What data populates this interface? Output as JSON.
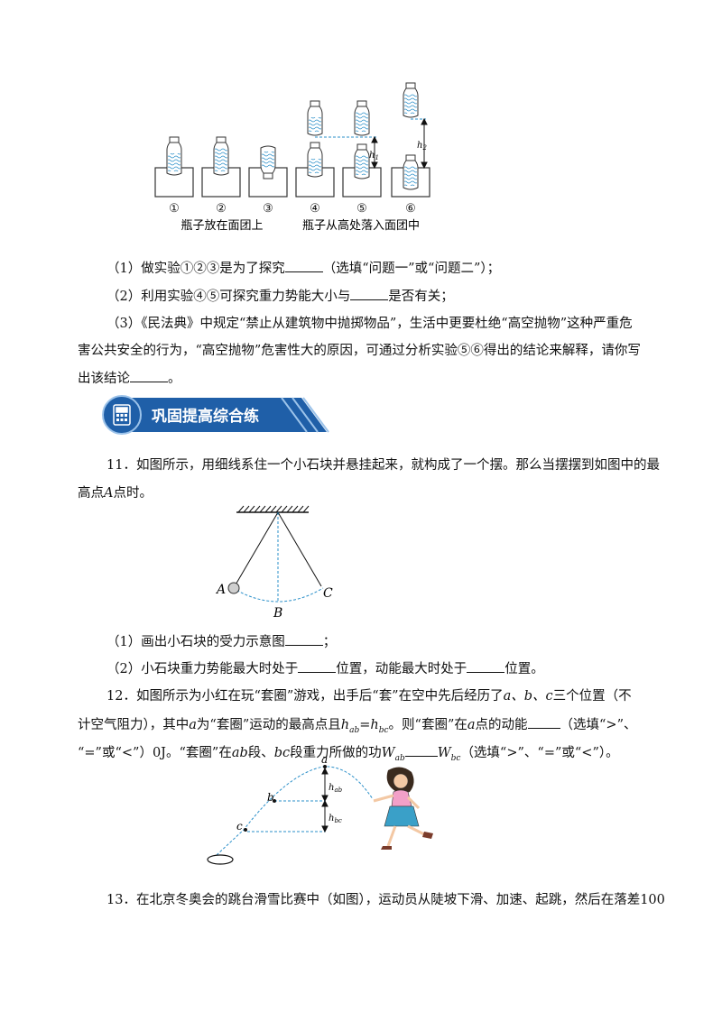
{
  "fig1": {
    "labels": [
      "①",
      "②",
      "③",
      "④",
      "⑤",
      "⑥"
    ],
    "caption_left": "瓶子放在面团上",
    "caption_right": "瓶子从高处落入面团中",
    "h1": "h",
    "h1_sub": "1",
    "h2": "h",
    "h2_sub": "2"
  },
  "q10": {
    "p1_a": "（1）做实验①②③是为了探究",
    "p1_b": "（选填“问题一”或“问题二”）；",
    "p2_a": "（2）利用实验④⑤可探究重力势能大小与",
    "p2_b": "是否有关；",
    "p3_l1": "（3）《民法典》中规定“禁止从建筑物中抛掷物品”，生活中更要杜绝“高空抛物”这种严重危",
    "p3_l2": "害公共安全的行为，“高空抛物”危害性大的原因，可通过分析实验⑤⑥得出的结论来解释，请你写",
    "p3_l3": "出该结论",
    "p3_end": "。"
  },
  "banner": {
    "title": "巩固提高综合练"
  },
  "q11": {
    "l1": "11．如图所示，用细线系住一个小石块并悬挂起来，就构成了一个摆。那么当摆摆到如图中的最",
    "l2a": "高点",
    "l2b": "A",
    "l2c": "点时。",
    "fig": {
      "A": "A",
      "B": "B",
      "C": "C"
    },
    "p1_a": "（1）画出小石块的受力示意图",
    "p1_b": "；",
    "p2_a": "（2）小石块重力势能最大时处于",
    "p2_b": "位置，动能最大时处于",
    "p2_c": "位置。"
  },
  "q12": {
    "l1_a": "12．如图所示为小红在玩“套圈”游戏，出手后“套”在空中先后经历了",
    "l1_b": "a、b、c",
    "l1_c": "三个位置（不",
    "l2_a": "计空气阻力），其中",
    "l2_b": "a",
    "l2_c": "为“套圈”运动的最高点且",
    "l2_d": "h",
    "l2_d_sub": "ab",
    "l2_e": "=h",
    "l2_e_sub": "bc",
    "l2_f": "。则“套圈”在",
    "l2_g": "a",
    "l2_h": "点的动能",
    "l2_i": "（选填“>”、",
    "l3_a": "“=”或“<”）0J。“套圈”在",
    "l3_b": "ab",
    "l3_c": "段、",
    "l3_d": "bc",
    "l3_e": "段重力所做的功",
    "l3_f": "W",
    "l3_f_sub": "ab",
    "l3_g": "W",
    "l3_g_sub": "bc",
    "l3_h": "（选填“>”、“=”或“<”）。",
    "fig": {
      "a": "a",
      "b": "b",
      "c": "c",
      "hab": "h",
      "hab_sub": "ab",
      "hbc": "h",
      "hbc_sub": "bc"
    }
  },
  "q13": {
    "l1": "13．在北京冬奥会的跳台滑雪比赛中（如图），运动员从陡坡下滑、加速、起跳，然后在落差100"
  }
}
